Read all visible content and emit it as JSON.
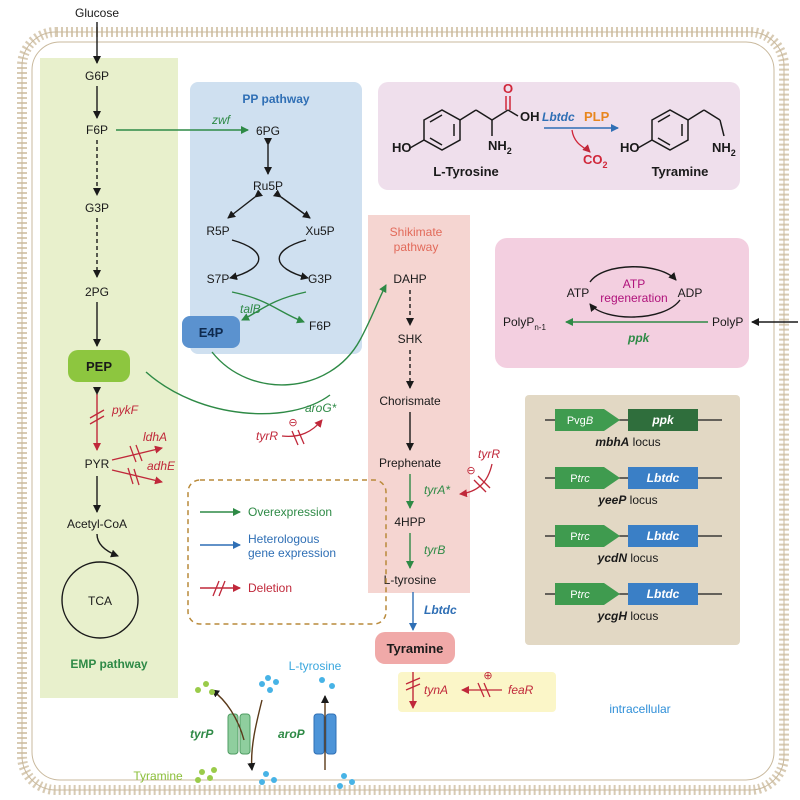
{
  "colors": {
    "green": "#2e8a46",
    "red": "#c0283a",
    "blue": "#2f6fb5",
    "emp_bg": "#e9f1cf",
    "pp_bg": "#cfe1f1",
    "shik_bg": "#f6d6d3",
    "tyramine_bg": "#f0e0ee",
    "atp_bg": "#f4cfe0",
    "locus_bg": "#e3d9c6",
    "cell_border": "#d9ccb6"
  },
  "input": {
    "glucose": "Glucose"
  },
  "emp": {
    "title": "EMP pathway",
    "g6p": "G6P",
    "f6p": "F6P",
    "g3p": "G3P",
    "pg2": "2PG",
    "pep": "PEP",
    "pyr": "PYR",
    "acetylcoa": "Acetyl-CoA",
    "tca": "TCA"
  },
  "pp": {
    "title": "PP pathway",
    "pg6": "6PG",
    "ru5p": "Ru5P",
    "r5p": "R5P",
    "xu5p": "Xu5P",
    "s7p": "S7P",
    "g3p": "G3P",
    "f6p": "F6P",
    "e4p": "E4P"
  },
  "shikimate": {
    "title_line1": "Shikimate",
    "title_line2": "pathway",
    "dahp": "DAHP",
    "shk": "SHK",
    "chorismate": "Chorismate",
    "prephenate": "Prephenate",
    "hpp4": "4HPP",
    "ltyrosine": "L-tyrosine",
    "tyramine": "Tyramine"
  },
  "genes": {
    "zwf": "zwf",
    "talB": "talB",
    "aroG": "aroG*",
    "tyrR_left": "tyrR",
    "pykF": "pykF",
    "ldhA": "ldhA",
    "adhE": "adhE",
    "tyrA": "tyrA*",
    "tyrB": "tyrB",
    "tyrR_right": "tyrR",
    "lbtdc": "Lbtdc",
    "tynA": "tynA",
    "feaR": "feaR",
    "ppk": "ppk",
    "tyrP": "tyrP",
    "aroP": "aroP"
  },
  "signs": {
    "minus": "⊖",
    "plus": "⊕"
  },
  "reaction": {
    "ho_left": "HO",
    "ho_right": "HO",
    "nh2_left": "NH",
    "nh2_sub": "2",
    "oh": "OH",
    "o": "O",
    "nh2_right": "NH",
    "nh2_right_sub": "2",
    "enzyme": "Lbtdc",
    "cofactor": "PLP",
    "co2": "CO",
    "co2_sub": "2",
    "substrate": "L-Tyrosine",
    "product": "Tyramine"
  },
  "atp": {
    "atp": "ATP",
    "adp": "ADP",
    "regen_line1": "ATP",
    "regen_line2": "regeneration",
    "polyp_left": "PolyP",
    "polyp_sub": "n-1",
    "polyp_right": "PolyP",
    "enzyme": "ppk"
  },
  "legend": {
    "overexpression": "Overexpression",
    "hetero_line1": "Heterologous",
    "hetero_line2": "gene expression",
    "deletion": "Deletion"
  },
  "loci": [
    {
      "promoter": "Pvg",
      "promoter_tail": "B",
      "gene": "ppk",
      "locus": "mbhA",
      "suffix": " locus",
      "gene_color": "#2f6e3c"
    },
    {
      "promoter": "P",
      "promoter_tail": "trc",
      "gene": "Lbtdc",
      "locus": "yeeP",
      "suffix": " locus",
      "gene_color": "#3a7fc6"
    },
    {
      "promoter": "P",
      "promoter_tail": "trc",
      "gene": "Lbtdc",
      "locus": "ycdN",
      "suffix": " locus",
      "gene_color": "#3a7fc6"
    },
    {
      "promoter": "P",
      "promoter_tail": "trc",
      "gene": "Lbtdc",
      "locus": "ycgH",
      "suffix": " locus",
      "gene_color": "#3a7fc6"
    }
  ],
  "transport": {
    "ltyrosine": "L-tyrosine",
    "tyramine": "Tyramine"
  },
  "labels": {
    "intracellular": "intracellular"
  }
}
